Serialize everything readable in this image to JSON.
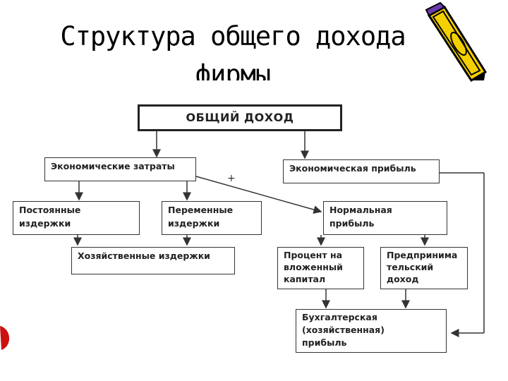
{
  "title_line1": "Структура общего дохода",
  "title_line2": "фирмы",
  "boxes": {
    "total_income": "ОБЩИЙ ДОХОД",
    "economic_costs": "Экономические затраты",
    "economic_profit": "Экономическая прибыль",
    "fixed_costs": "Постоянные издержки",
    "variable_costs": "Переменные издержки",
    "normal_profit": "Нормальная прибыль",
    "accounting_costs": "Хозяйственные издержки",
    "interest": "Процент на вложенный капитал",
    "entrepreneur_income": "Предпринима тельский доход",
    "accounting_profit": "Бухгалтерская (хозяйственная) прибыль"
  },
  "plus_sign": "+",
  "colors": {
    "pen_yellow": "#f5d000",
    "pen_outline": "#000000",
    "pen_purple": "#6a3bb0",
    "edge_red": "#cc1111"
  }
}
